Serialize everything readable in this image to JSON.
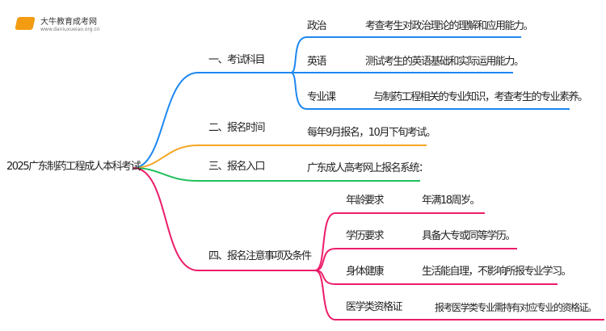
{
  "logo": {
    "name": "大牛教育成考网",
    "url": "www.daniuxueiao.org.cn"
  },
  "root": "2025广东制药工程成人本科考试",
  "branches": [
    {
      "label": "一、考试科目",
      "items": [
        {
          "k": "政治",
          "v": "考查考生对政治理论的理解和应用能力。"
        },
        {
          "k": "英语",
          "v": "测试考生的英语基础和实际运用能力。"
        },
        {
          "k": "专业课",
          "v": "与制药工程相关的专业知识，考查考生的专业素养。"
        }
      ]
    },
    {
      "label": "二、报名时间",
      "text": "每年9月报名，10月下旬考试。"
    },
    {
      "label": "三、报名入口",
      "text": "广东成人高考网上报名系统："
    },
    {
      "label": "四、报名注意事项及条件",
      "items": [
        {
          "k": "年龄要求",
          "v": "年满18周岁。"
        },
        {
          "k": "学历要求",
          "v": "具备大专或同等学历。"
        },
        {
          "k": "身体健康",
          "v": "生活能自理，不影响所报专业学习。"
        },
        {
          "k": "医学类资格证",
          "v": "报考医学类专业需持有对应专业的资格证。"
        }
      ]
    }
  ],
  "colors": {
    "blue": "#1e88f0",
    "orange": "#f5a623",
    "green": "#21c15e",
    "pink": "#ec1c6a"
  }
}
